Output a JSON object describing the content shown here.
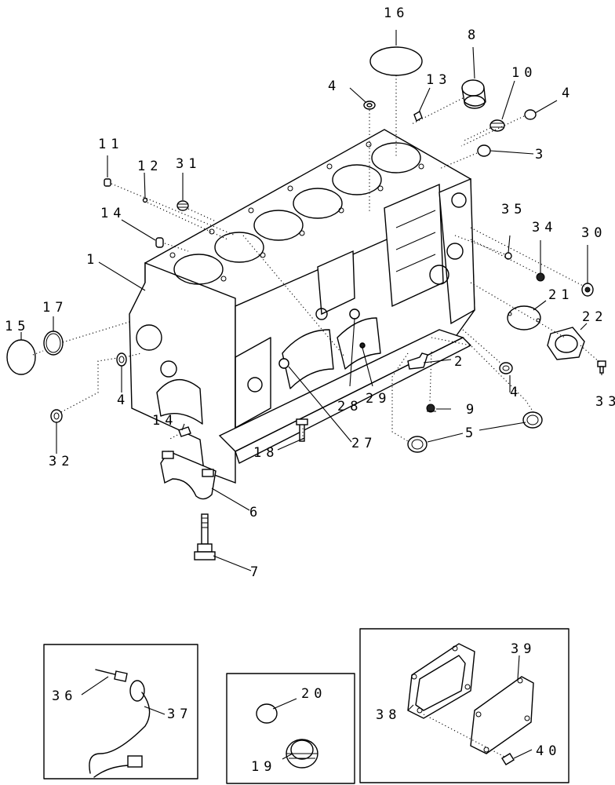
{
  "diagram": {
    "callouts": {
      "c1": "1",
      "c2": "2",
      "c3": "3",
      "c4a": "4",
      "c4b": "4",
      "c4c": "4",
      "c4d": "4",
      "c5": "5",
      "c6": "6",
      "c7": "7",
      "c8": "8",
      "c9": "9",
      "c10": "10",
      "c11": "11",
      "c12": "12",
      "c13": "13",
      "c14a": "14",
      "c14b": "14",
      "c15": "15",
      "c16": "16",
      "c17": "17",
      "c18": "18",
      "c19": "19",
      "c20": "20",
      "c21": "21",
      "c22": "22",
      "c27": "27",
      "c28": "28",
      "c29": "29",
      "c30": "30",
      "c31": "31",
      "c32": "32",
      "c33": "33",
      "c34": "34",
      "c35": "35",
      "c36": "36",
      "c37": "37",
      "c38": "38",
      "c39": "39",
      "c40": "40"
    }
  }
}
